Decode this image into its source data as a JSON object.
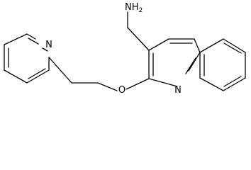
{
  "molecule": {
    "labels": {
      "amine": "NH2",
      "ether_oxygen": "O",
      "quinoline_nitrogen": "N",
      "pyridine_nitrogen": "N"
    }
  }
}
